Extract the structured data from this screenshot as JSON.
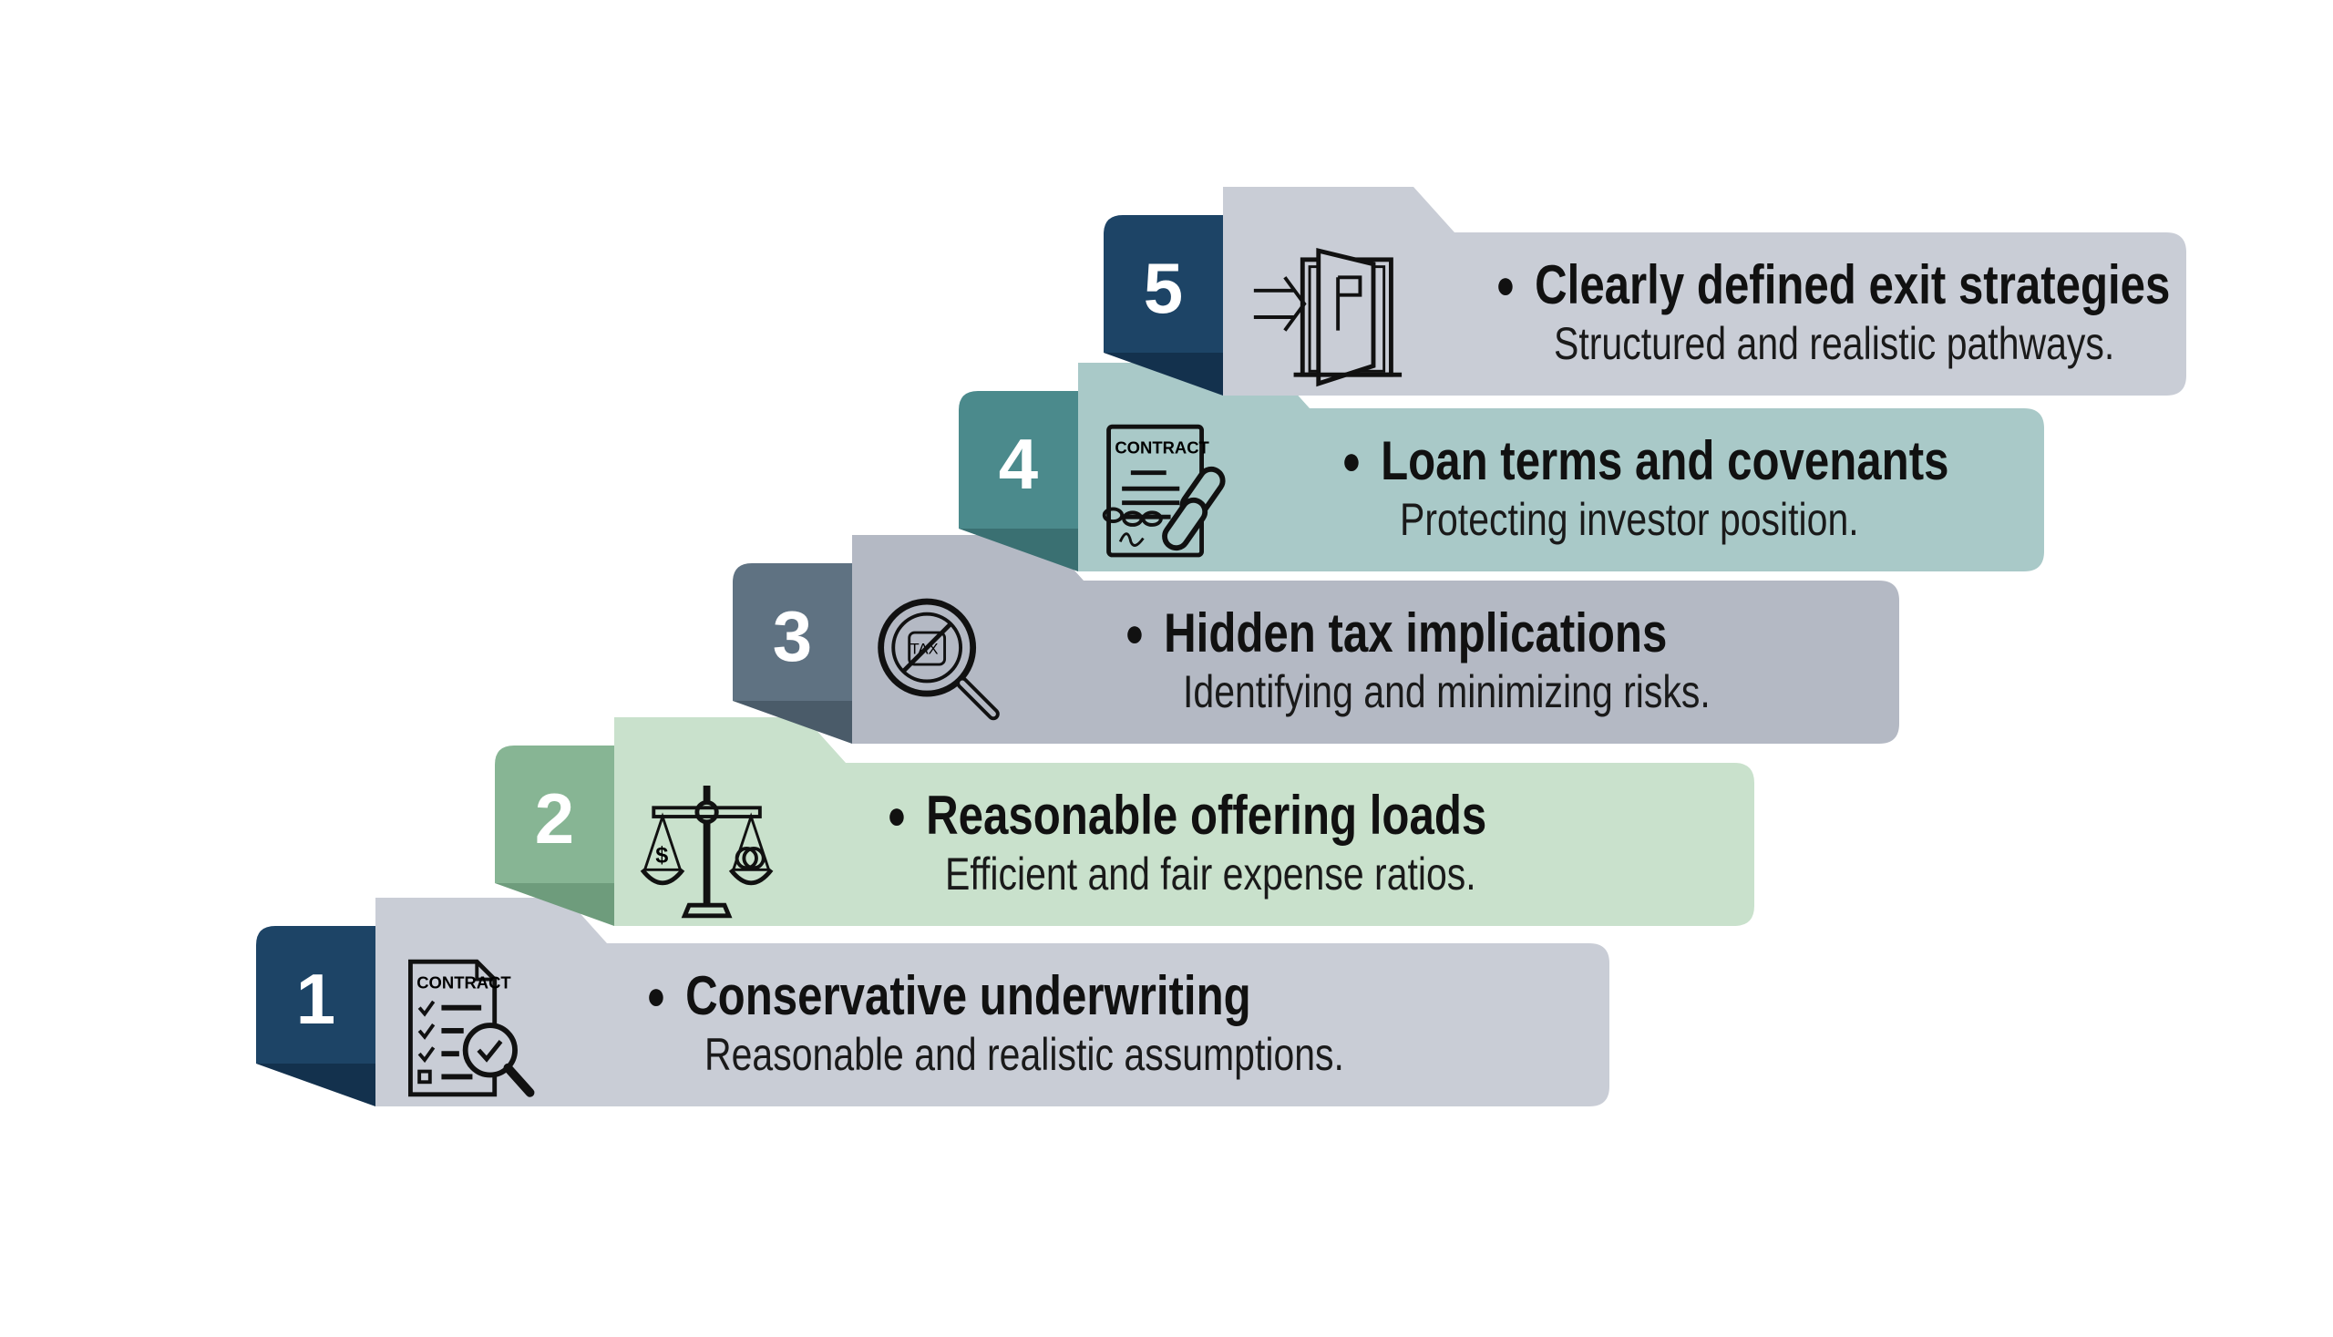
{
  "steps": [
    {
      "number": "1",
      "title": "Conservative underwriting",
      "subtitle": "Reasonable and realistic assumptions.",
      "icon": "contract-magnifier-icon",
      "icon_label": "CONTRACT",
      "num_color": "#1d4466",
      "fold_color": "#13314d",
      "panel_color": "#c9cdd6"
    },
    {
      "number": "2",
      "title": "Reasonable offering loads",
      "subtitle": "Efficient and fair expense ratios.",
      "icon": "balance-scale-icon",
      "icon_label": "$",
      "num_color": "#87b594",
      "fold_color": "#6e9c7c",
      "panel_color": "#c9e1cc"
    },
    {
      "number": "3",
      "title": "Hidden tax implications",
      "subtitle": "Identifying and minimizing risks.",
      "icon": "tax-magnifier-icon",
      "icon_label": "TAX",
      "num_color": "#5f7282",
      "fold_color": "#4a5b69",
      "panel_color": "#b4b9c4"
    },
    {
      "number": "4",
      "title": "Loan terms and covenants",
      "subtitle": "Protecting investor position.",
      "icon": "contract-chain-icon",
      "icon_label": "CONTRACT",
      "num_color": "#4b8a8c",
      "fold_color": "#3a7072",
      "panel_color": "#a9c9c8"
    },
    {
      "number": "5",
      "title": "Clearly defined exit strategies",
      "subtitle": "Structured and realistic pathways.",
      "icon": "exit-door-icon",
      "num_color": "#1d4466",
      "fold_color": "#13314d",
      "panel_color": "#c9cdd6"
    }
  ]
}
